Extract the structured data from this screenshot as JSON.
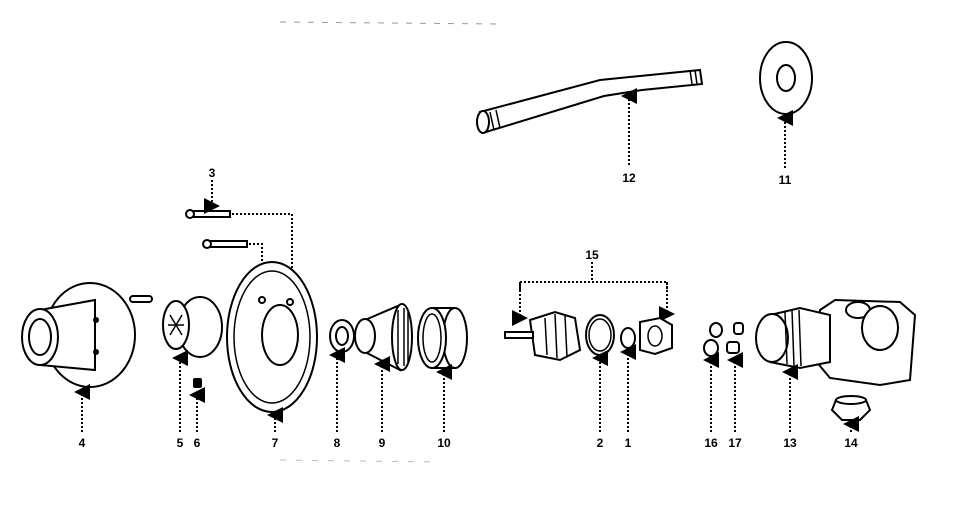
{
  "diagram": {
    "type": "exploded parts diagram",
    "part_labels": {
      "p1": "1",
      "p2": "2",
      "p3": "3",
      "p4": "4",
      "p5": "5",
      "p6": "6",
      "p7": "7",
      "p8": "8",
      "p9": "9",
      "p10": "10",
      "p11": "11",
      "p12": "12",
      "p13": "13",
      "p14": "14",
      "p15": "15",
      "p16": "16",
      "p17": "17"
    }
  }
}
